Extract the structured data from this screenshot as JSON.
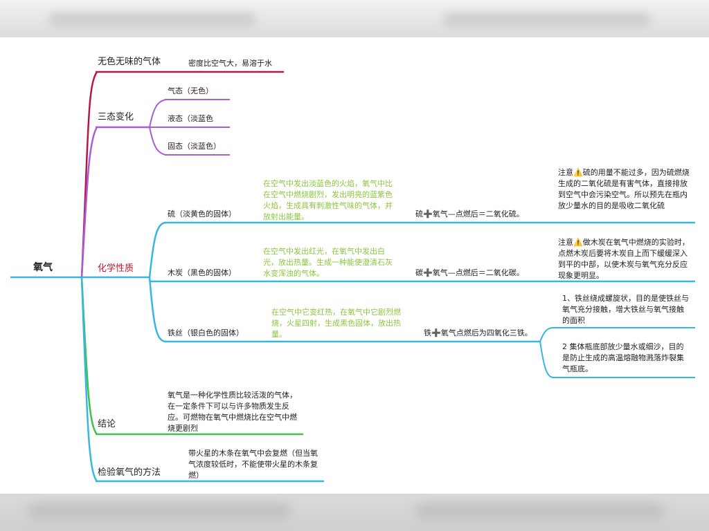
{
  "root": "氧气",
  "branches": {
    "b1": {
      "label": "无色无味的气体",
      "detail": "密度比空气大，易溶于水"
    },
    "b2": {
      "label": "三态变化",
      "items": [
        "气态（无色）",
        "液态（淡蓝色",
        "固态（淡蓝色）"
      ]
    },
    "b3": {
      "label": "化学性质",
      "sulfur": {
        "label": "硫（淡黄色的固体）",
        "phenomenon": "在空气中发出淡蓝色的火焰，氧气中比在空气中燃烧剧烈，发出明亮的蓝紫色火焰，生成具有刺激性气味的气体，并放射出能量。",
        "equation": "硫➕氧气—点燃后＝二氧化硫。",
        "note": "注意⚠️硫的用量不能过多，因为硫燃烧生成的二氧化硫是有害气体，直接排放到空气中会污染空气。所以预先在瓶内放少量水的目的是吸收二氧化硫"
      },
      "charcoal": {
        "label": "木炭（黑色的固体）",
        "phenomenon": "在空气中发出红光，在氧气中发出白光，放出热量。生成一种能使澄清石灰水变浑浊的气体。",
        "equation": "碳➕氧气—点燃后＝二氧化碳。",
        "note": "注意⚠️做木炭在氧气中燃烧的实验时，点燃木炭后要将木炭自上而下缓缓深入到平的中部，以使木炭与氧气充分反应现象更明显。"
      },
      "iron": {
        "label": "铁丝（银白色的固体）",
        "phenomenon": "在空气中它变红热，在氧气中它剧烈燃烧，火星四射，生成黑色固体，放出热量。",
        "equation": "铁➕氧气点燃后为四氧化三铁。",
        "note1": "1、铁丝绕成螺旋状，目的是使铁丝与氧气充分接触，增大铁丝与氧气接触的面积",
        "note2": "2 集体瓶底部放少量水或细沙，目的是防止生成的高温熔融物溅落炸裂集气瓶底。"
      }
    },
    "b4": {
      "label": "结论",
      "detail": "氧气是一种化学性质比较活泼的气体，在一定条件下可以与许多物质发生反应。可燃物在氧气中燃烧比在空气中燃烧更剧烈"
    },
    "b5": {
      "label": "检验氧气的方法",
      "detail": "带火星的木条在氧气中会复燃（但当氧气浓度较低时，不能使带火星的木条复燃）"
    }
  },
  "colors": {
    "root_line": "#35b7e0",
    "b1": "#b8154a",
    "b2": "#a85dd6",
    "b3": "#35b7e0",
    "b4": "#3ec24a",
    "b5": "#35b7e0",
    "phenomenon_text": "#8cc63f",
    "accent_text": "#c0142c"
  }
}
